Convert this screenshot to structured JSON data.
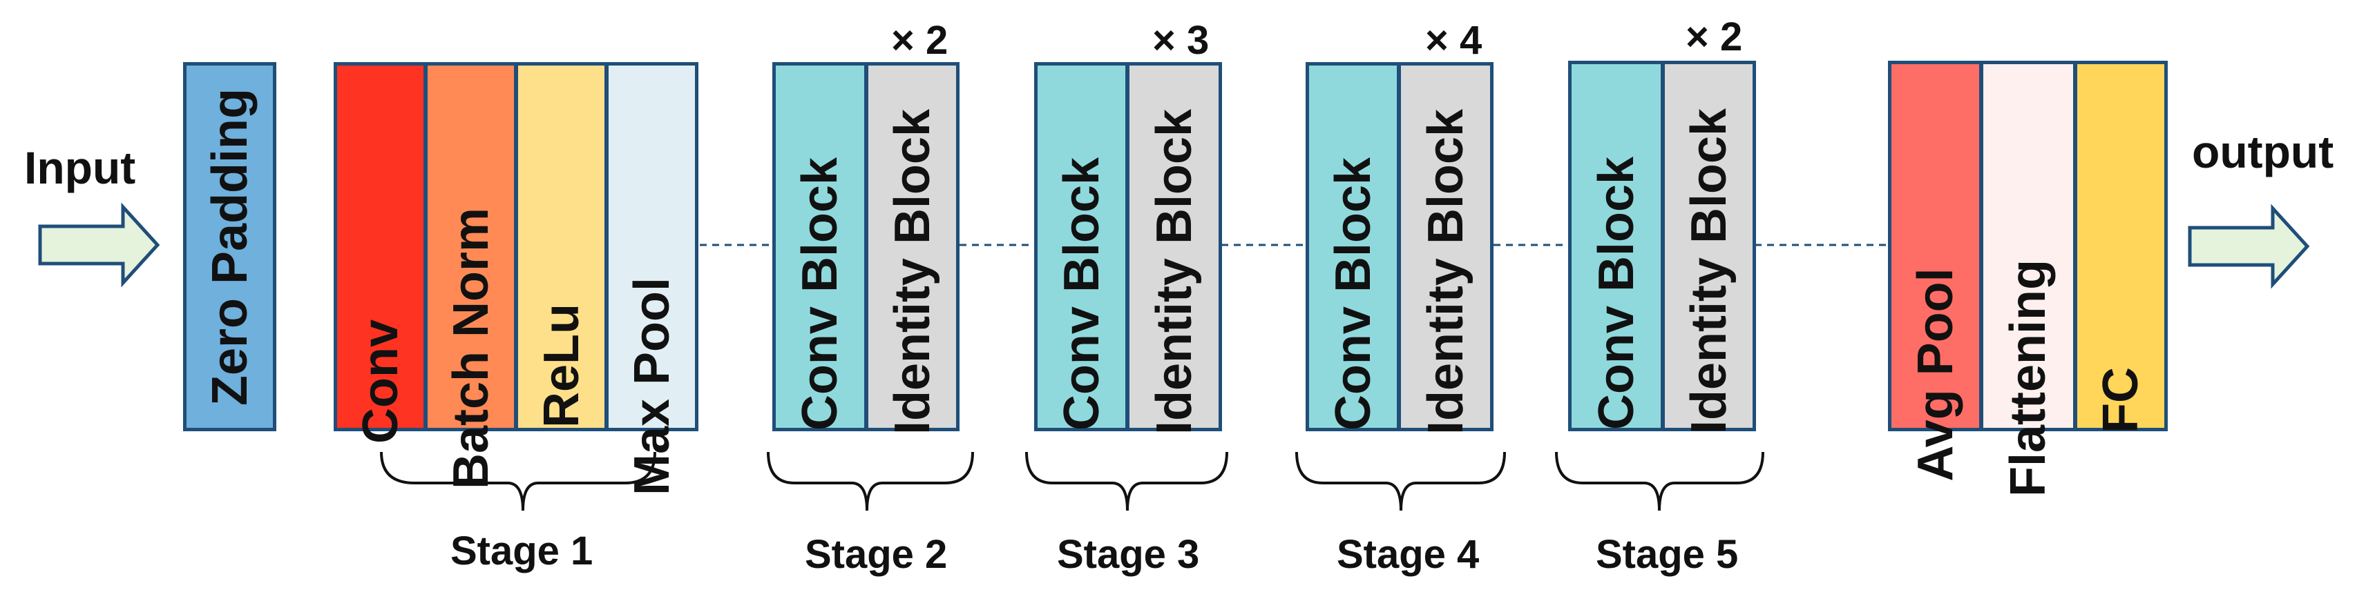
{
  "input_label": "Input",
  "output_label": "output",
  "zero_padding": "Zero Padding",
  "stage1_layers": {
    "conv": "Conv",
    "batch_norm": "Batch Norm",
    "relu": "ReLu",
    "max_pool": "Max Pool"
  },
  "stages": [
    {
      "label": "Stage 2",
      "conv": "Conv Block",
      "identity": "Identity Block",
      "mult": "× 2"
    },
    {
      "label": "Stage 3",
      "conv": "Conv Block",
      "identity": "Identity Block",
      "mult": "× 3"
    },
    {
      "label": "Stage 4",
      "conv": "Conv Block",
      "identity": "Identity Block",
      "mult": "× 4"
    },
    {
      "label": "Stage 5",
      "conv": "Conv Block",
      "identity": "Identity Block",
      "mult": "× 2"
    }
  ],
  "stage1_label": "Stage 1",
  "head_layers": {
    "avg_pool": "Avg Pool",
    "flattening": "Flattening",
    "fc": "FC"
  },
  "colors": {
    "zero_padding": "#6fb0dc",
    "conv": "#ff3322",
    "batch_norm": "#ff8a55",
    "relu": "#ffe08a",
    "max_pool": "#e1eff5",
    "conv_block": "#8fd9dd",
    "identity_block": "#d9d9d9",
    "avg_pool": "#ff6e66",
    "flattening": "#fdf0ef",
    "fc": "#ffd65a",
    "border": "#1f4e79",
    "arrow_fill": "#e5f3dd"
  }
}
